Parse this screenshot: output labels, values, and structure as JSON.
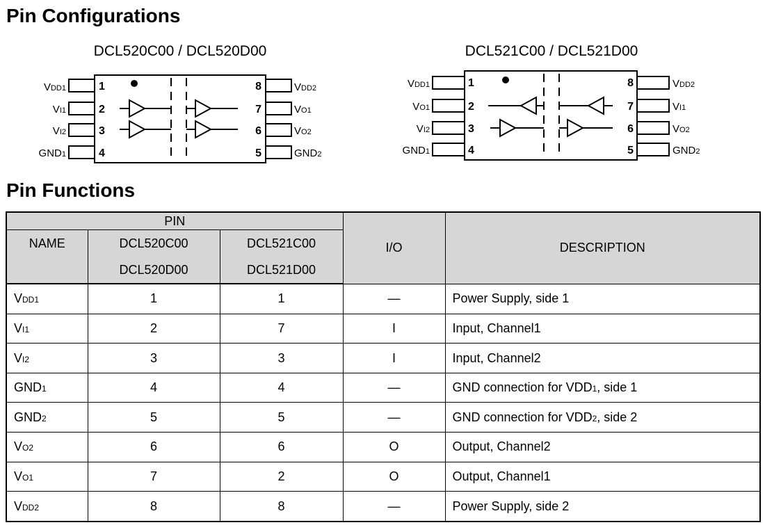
{
  "headings": {
    "config": "Pin Configurations",
    "functions": "Pin Functions"
  },
  "packages": [
    {
      "title": "DCL520C00 / DCL520D00",
      "left_pins": [
        {
          "num": "1",
          "name": "V",
          "sub": "DD1"
        },
        {
          "num": "2",
          "name": "V",
          "sub": "I1"
        },
        {
          "num": "3",
          "name": "V",
          "sub": "I2"
        },
        {
          "num": "4",
          "name": "GND",
          "sub": "1"
        }
      ],
      "right_pins": [
        {
          "num": "8",
          "name": "V",
          "sub": "DD2"
        },
        {
          "num": "7",
          "name": "V",
          "sub": "O1"
        },
        {
          "num": "6",
          "name": "V",
          "sub": "O2"
        },
        {
          "num": "5",
          "name": "GND",
          "sub": "2"
        }
      ]
    },
    {
      "title": "DCL521C00 / DCL521D00",
      "left_pins": [
        {
          "num": "1",
          "name": "V",
          "sub": "DD1"
        },
        {
          "num": "2",
          "name": "V",
          "sub": "O1"
        },
        {
          "num": "3",
          "name": "V",
          "sub": "I2"
        },
        {
          "num": "4",
          "name": "GND",
          "sub": "1"
        }
      ],
      "right_pins": [
        {
          "num": "8",
          "name": "V",
          "sub": "DD2"
        },
        {
          "num": "7",
          "name": "V",
          "sub": "I1"
        },
        {
          "num": "6",
          "name": "V",
          "sub": "O2"
        },
        {
          "num": "5",
          "name": "GND",
          "sub": "2"
        }
      ]
    }
  ],
  "table": {
    "header": {
      "pin": "PIN",
      "name": "NAME",
      "dcl520_a": "DCL520C00",
      "dcl520_b": "DCL520D00",
      "dcl521_a": "DCL521C00",
      "dcl521_b": "DCL521D00",
      "io": "I/O",
      "description": "DESCRIPTION"
    },
    "rows": [
      {
        "name": "V",
        "sub": "DD1",
        "p520": "1",
        "p521": "1",
        "io": "—",
        "desc_a": "Power Supply, side 1",
        "desc_sub": "",
        "desc_b": ""
      },
      {
        "name": "V",
        "sub": "I1",
        "p520": "2",
        "p521": "7",
        "io": "I",
        "desc_a": "Input, Channel1",
        "desc_sub": "",
        "desc_b": ""
      },
      {
        "name": "V",
        "sub": "I2",
        "p520": "3",
        "p521": "3",
        "io": "I",
        "desc_a": "Input, Channel2",
        "desc_sub": "",
        "desc_b": ""
      },
      {
        "name": "GND",
        "sub": "1",
        "p520": "4",
        "p521": "4",
        "io": "—",
        "desc_a": "GND connection for VDD",
        "desc_sub": "1",
        "desc_b": ", side 1"
      },
      {
        "name": "GND",
        "sub": "2",
        "p520": "5",
        "p521": "5",
        "io": "—",
        "desc_a": "GND connection for VDD",
        "desc_sub": "2",
        "desc_b": ", side 2"
      },
      {
        "name": "V",
        "sub": "O2",
        "p520": "6",
        "p521": "6",
        "io": "O",
        "desc_a": "Output, Channel2",
        "desc_sub": "",
        "desc_b": ""
      },
      {
        "name": "V",
        "sub": "O1",
        "p520": "7",
        "p521": "2",
        "io": "O",
        "desc_a": "Output, Channel1",
        "desc_sub": "",
        "desc_b": ""
      },
      {
        "name": "V",
        "sub": "DD2",
        "p520": "8",
        "p521": "8",
        "io": "—",
        "desc_a": "Power Supply, side 2",
        "desc_sub": "",
        "desc_b": ""
      }
    ]
  }
}
